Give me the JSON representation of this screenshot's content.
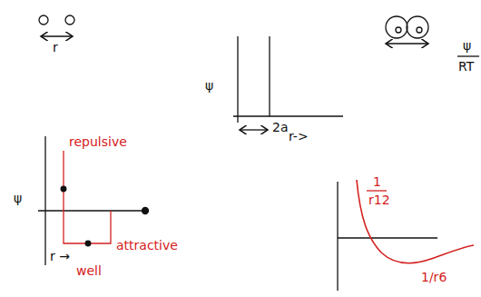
{
  "diagram": {
    "labels": [
      "r",
      "ψ",
      "2a",
      "r->",
      "ψ",
      "RT",
      "repulsive",
      "ψ",
      "attractive",
      "r →",
      "well",
      "1",
      "r12",
      "1/r6"
    ]
  }
}
